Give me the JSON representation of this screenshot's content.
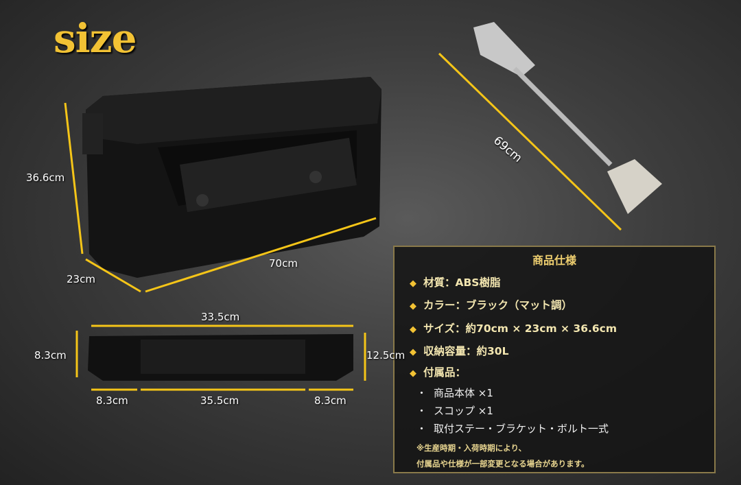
{
  "heading": "size",
  "colors": {
    "accent": "#f2c234",
    "dimension_line": "#f5c518",
    "panel_border": "#8a7a4a"
  },
  "box_dimensions": {
    "height": "36.6cm",
    "depth": "23cm",
    "width": "70cm"
  },
  "shovel_dimensions": {
    "length": "69cm"
  },
  "tray_dimensions": {
    "top_width": "33.5cm",
    "left_height": "8.3cm",
    "right_height": "12.5cm",
    "bottom_left": "8.3cm",
    "bottom_middle": "35.5cm",
    "bottom_right": "8.3cm"
  },
  "spec_panel": {
    "title": "商品仕様",
    "items": [
      "材質：ABS樹脂",
      "カラー：ブラック（マット調）",
      "サイズ：約70cm × 23cm × 36.6cm",
      "収納容量：約30L",
      "付属品："
    ],
    "accessories": [
      "商品本体 ×1",
      "スコップ ×1",
      "取付ステー・ブラケット・ボルト一式"
    ],
    "note_line1": "※生産時期・入荷時期により、",
    "note_line2": "付属品や仕様が一部変更となる場合があります。"
  }
}
